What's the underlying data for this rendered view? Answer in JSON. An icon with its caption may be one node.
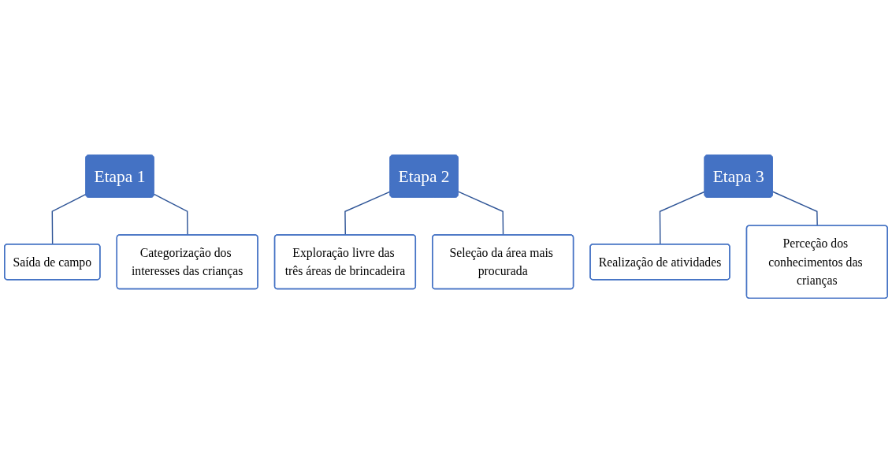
{
  "diagram": {
    "nodes": [
      {
        "text": [
          "Etapa 1"
        ]
      },
      {
        "text": [
          "Saída de campo"
        ]
      },
      {
        "text": [
          "Categorização dos interesses das crianças"
        ]
      },
      {
        "text": [
          "Etapa 2"
        ]
      },
      {
        "text": [
          "Exploração livre das três áreas de brincadeira"
        ]
      },
      {
        "text": [
          "Seleção da área mais procurada"
        ]
      },
      {
        "text": [
          "Etapa 3"
        ]
      },
      {
        "text": [
          "Realização de atividades"
        ]
      },
      {
        "text": [
          "Perceção dos conhecimentos das crianças"
        ]
      }
    ],
    "edges": [
      {
        "from": 0,
        "to": 1,
        "arrow": "none"
      },
      {
        "from": 0,
        "to": 2,
        "arrow": "none"
      },
      {
        "from": 3,
        "to": 4,
        "arrow": "none"
      },
      {
        "from": 3,
        "to": 5,
        "arrow": "none"
      },
      {
        "from": 6,
        "to": 7,
        "arrow": "none"
      },
      {
        "from": 6,
        "to": 8,
        "arrow": "none"
      }
    ]
  }
}
